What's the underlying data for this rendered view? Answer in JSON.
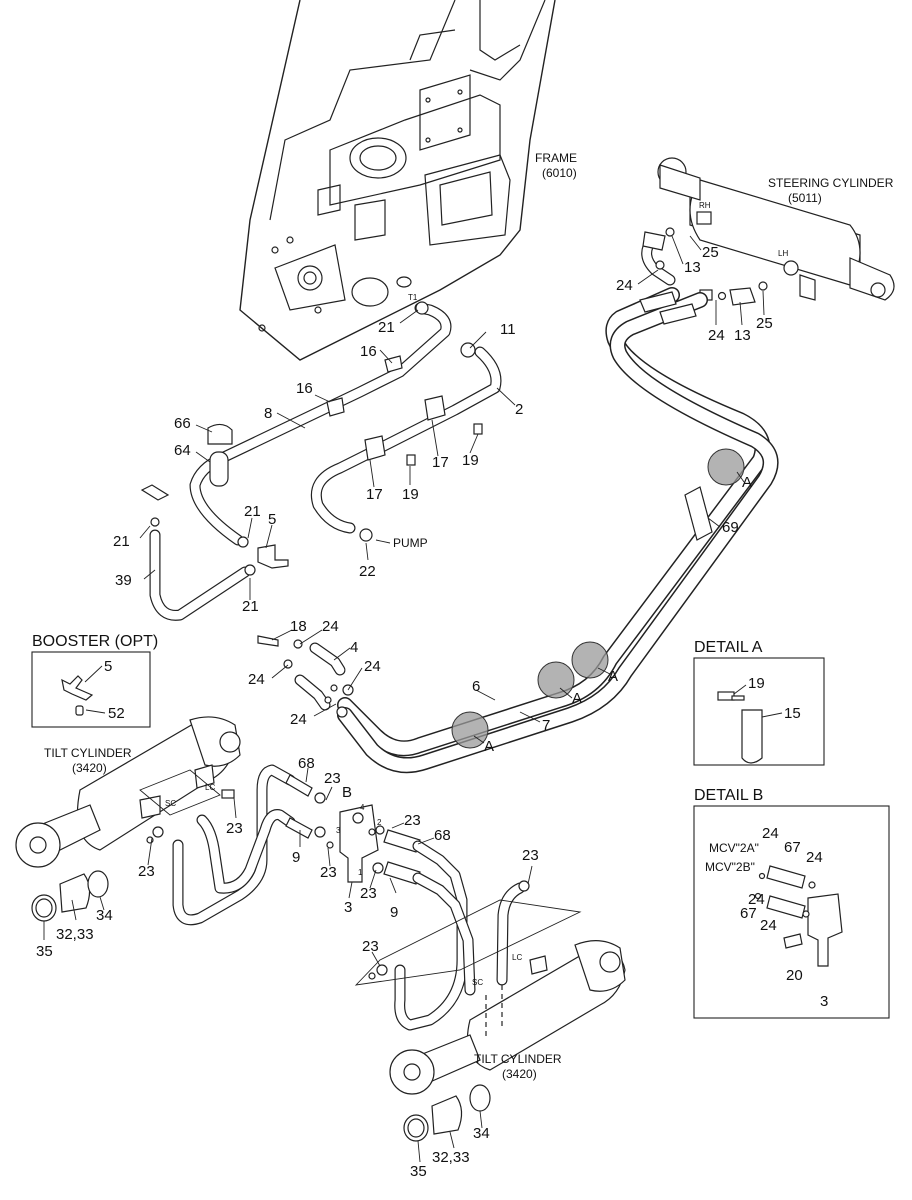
{
  "assemblies": {
    "frame": {
      "name": "FRAME",
      "code": "(6010)"
    },
    "steering_cylinder": {
      "name": "STEERING CYLINDER",
      "code": "(5011)",
      "rh": "RH",
      "lh": "LH"
    },
    "tilt_cylinder_left": {
      "name": "TILT CYLINDER",
      "code": "(3420)"
    },
    "tilt_cylinder_right": {
      "name": "TILT CYLINDER",
      "code": "(3420)"
    },
    "pump": "PUMP",
    "t1": "T1"
  },
  "panels": {
    "booster": {
      "title": "BOOSTER (OPT)",
      "items": [
        "5",
        "52"
      ]
    },
    "detail_a": {
      "title": "DETAIL A",
      "items": [
        "19",
        "15"
      ]
    },
    "detail_b": {
      "title": "DETAIL B",
      "mcv_2a": "MCV\"2A\"",
      "mcv_2b": "MCV\"2B\"",
      "items": [
        "24",
        "67",
        "24",
        "24",
        "67",
        "24",
        "20",
        "3"
      ]
    }
  },
  "port_marks": {
    "sc": "SC",
    "lc": "LC",
    "a": "A",
    "b": "B",
    "p1": "1",
    "p2": "2",
    "p3": "3",
    "p4": "4"
  },
  "detail_markers": [
    "A",
    "A",
    "A",
    "A",
    "B"
  ],
  "callouts": {
    "c_21a": "21",
    "c_11": "11",
    "c_16a": "16",
    "c_16b": "16",
    "c_2": "2",
    "c_8": "8",
    "c_66": "66",
    "c_64": "64",
    "c_17a": "17",
    "c_17b": "17",
    "c_19a": "19",
    "c_19b": "19",
    "c_21b": "21",
    "c_21c": "21",
    "c_21d": "21",
    "c_5": "5",
    "c_39": "39",
    "c_22": "22",
    "c_25a": "25",
    "c_13a": "13",
    "c_24a": "24",
    "c_24b": "24",
    "c_13b": "13",
    "c_25b": "25",
    "c_69": "69",
    "c_18": "18",
    "c_24c": "24",
    "c_4": "4",
    "c_24d": "24",
    "c_24e": "24",
    "c_24f": "24",
    "c_6": "6",
    "c_7": "7",
    "c_68a": "68",
    "c_23a": "23",
    "c_23b": "23",
    "c_23c": "23",
    "c_23d": "23",
    "c_9a": "9",
    "c_23e": "23",
    "c_3": "3",
    "c_23f": "23",
    "c_68b": "68",
    "c_9b": "9",
    "c_23g": "23",
    "c_23h": "23",
    "c_32a": "32,33",
    "c_34a": "34",
    "c_35a": "35",
    "c_32b": "32,33",
    "c_34b": "34",
    "c_35b": "35"
  }
}
